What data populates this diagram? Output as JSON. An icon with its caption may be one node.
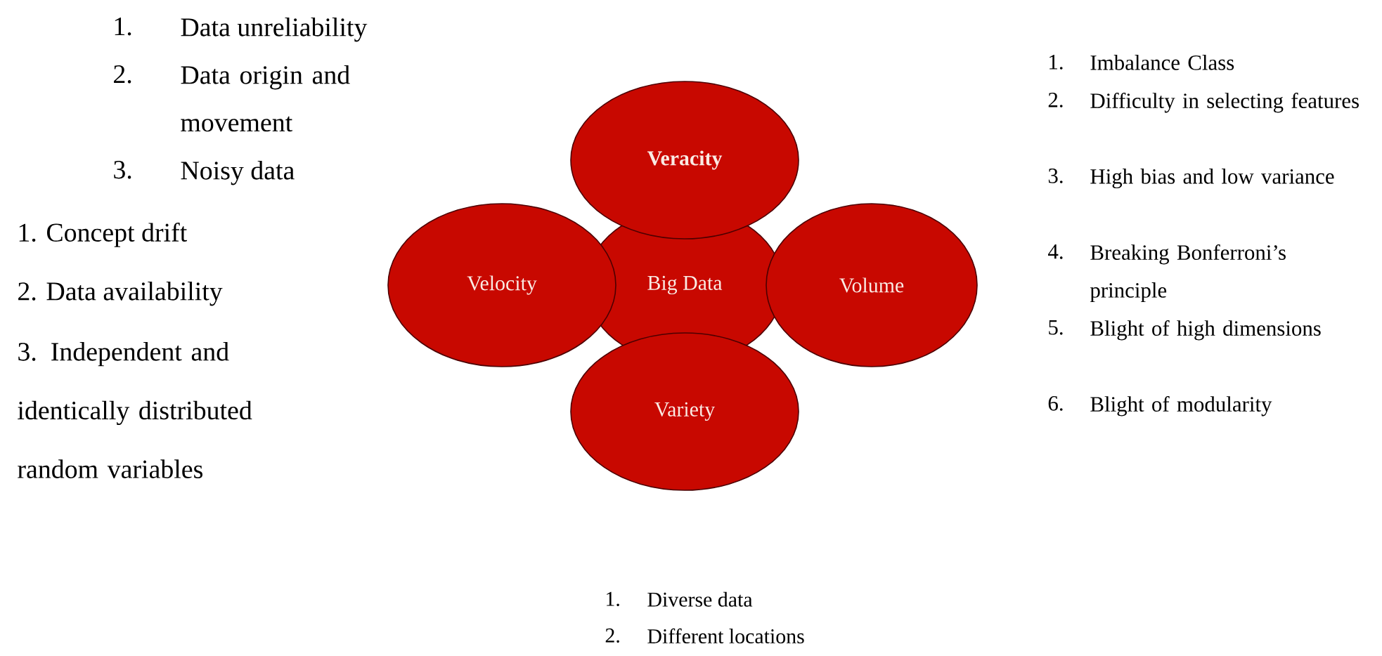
{
  "diagram": {
    "nodes": [
      {
        "text": [
          "Veracity"
        ]
      },
      {
        "text": [
          "Velocity"
        ]
      },
      {
        "text": [
          "Big Data"
        ]
      },
      {
        "text": [
          "Volume"
        ]
      },
      {
        "text": [
          "Variety"
        ]
      }
    ],
    "labels": [
      "1.",
      "Data unreliability",
      "2.",
      "Data origin and movement",
      "3.",
      "Noisy data",
      "1. Concept drift",
      "2. Data availability",
      "3. Independent and identically distributed random variables",
      "1.",
      "Imbalance Class",
      "2.",
      "Difficulty in selecting features",
      "3.",
      "High bias and low variance",
      "4.",
      "Breaking Bonferroni’s principle",
      "5.",
      "Blight of high dimensions",
      "6.",
      "Blight of modularity",
      "1.",
      "Diverse data",
      "2.",
      "Different locations"
    ]
  }
}
